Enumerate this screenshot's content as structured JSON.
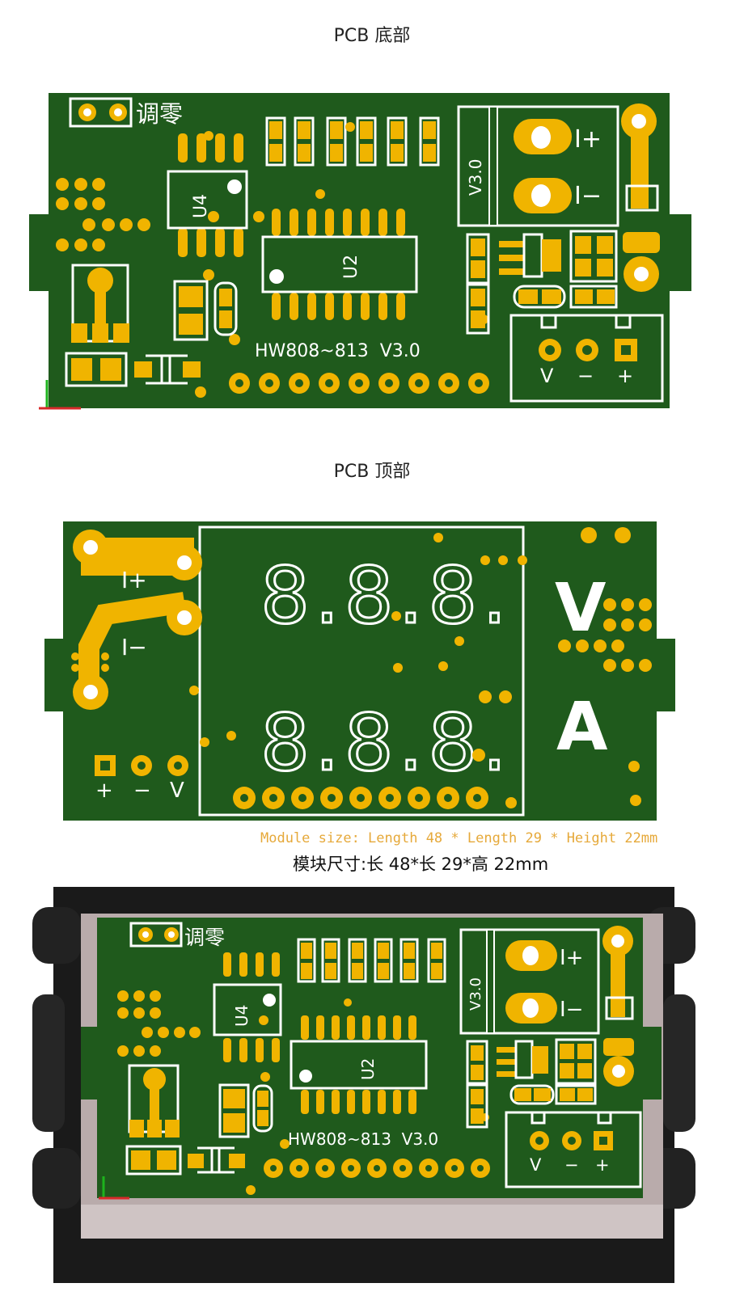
{
  "bottom": {
    "title": "PCB 底部",
    "zero_label": "调零",
    "u4": "U4",
    "u2": "U2",
    "version_box": "V3.0",
    "i_plus": "I+",
    "i_minus": "I−",
    "board_text": "HW808~813  V3.0",
    "v": "V",
    "minus": "−",
    "plus": "+"
  },
  "top": {
    "title": "PCB 顶部",
    "i_plus": "I+",
    "i_minus": "I−",
    "big_v": "V",
    "big_a": "A",
    "plus": "+",
    "minus": "−",
    "v": "V",
    "digits": "8.8.8."
  },
  "size": {
    "en": "Module size: Length 48 * Length 29 * Height 22mm",
    "cn": "模块尺寸:长 48*长 29*高 22mm"
  },
  "photo": {
    "zero_label": "调零",
    "u4": "U4",
    "u2": "U2",
    "version_box": "V3.0",
    "i_plus": "I+",
    "i_minus": "I−",
    "board_text": "HW808~813  V3.0",
    "v": "V",
    "minus": "−",
    "plus": "+"
  },
  "colors": {
    "board": "#1f5a1c",
    "pad": "#f0b400",
    "silk": "#ffffff",
    "case": "#1a1a1a"
  }
}
